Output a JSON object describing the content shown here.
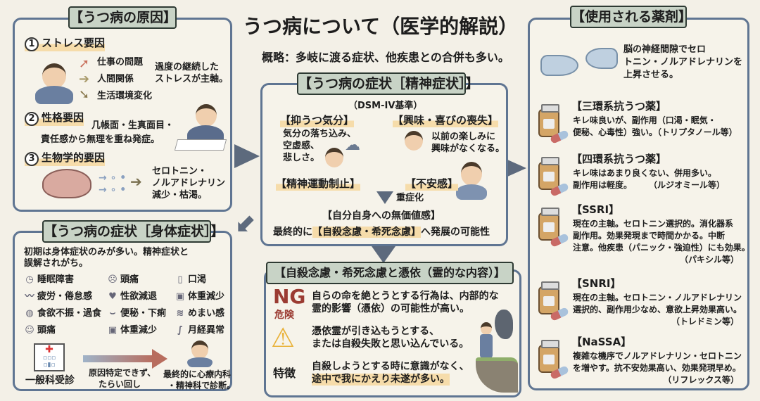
{
  "title": "うつ病について（医学的解説）",
  "summary": "概略：多岐に渡る症状、他疾患との合併も多い。",
  "causes": {
    "tab": "【うつ病の原因】",
    "items": [
      {
        "num": "1",
        "label": "ストレス要因"
      },
      {
        "num": "2",
        "label": "性格要因"
      },
      {
        "num": "3",
        "label": "生物学的要因"
      }
    ],
    "stress_list": [
      "仕事の問題",
      "人間関係",
      "生活環境変化"
    ],
    "stress_note": [
      "過度の継続した",
      "ストレスが主軸。"
    ],
    "personality_note": [
      "几帳面・生真面目・",
      "責任感から無理を重ね発症。"
    ],
    "bio_note": [
      "セロトニン・",
      "ノルアドレナリン",
      "減少・枯渇。"
    ]
  },
  "mental": {
    "tab": "【うつ病の症状［精神症状］】",
    "criteria": "（DSM-IV基準）",
    "depressed": {
      "label": "【抑うつ気分】",
      "text": [
        "気分の落ち込み、",
        "空虚感、",
        "悲しさ。"
      ]
    },
    "anhedonia": {
      "label": "【興味・喜びの喪失】",
      "text": [
        "以前の楽しみに",
        "興味がなくなる。"
      ]
    },
    "psychomotor": "【精神運動制止】",
    "anxiety": "【不安感】",
    "worsen": "重症化",
    "worthless": "【自分自身への無価値感】",
    "final_prefix": "最終的に",
    "final_highlight": "【自殺念慮・希死念慮】",
    "final_suffix": "へ発展の可能性"
  },
  "physical": {
    "tab": "【うつ病の症状［身体症状］】",
    "intro": [
      "初期は身体症状のみが多い。精神症状と",
      "誤解されがち。"
    ],
    "symptoms": [
      {
        "icon": "clock-icon",
        "glyph": "◷",
        "label": "睡眠障害"
      },
      {
        "icon": "face-icon",
        "glyph": "☹",
        "label": "頭痛"
      },
      {
        "icon": "bottle-icon",
        "glyph": "▯",
        "label": "口渇"
      },
      {
        "icon": "tired-icon",
        "glyph": "〰",
        "label": "疲労・倦怠感"
      },
      {
        "icon": "heart-icon",
        "glyph": "♥",
        "label": "性欲減退"
      },
      {
        "icon": "scale-icon",
        "glyph": "▣",
        "label": "体重減少"
      },
      {
        "icon": "plate-icon",
        "glyph": "◍",
        "label": "食欲不振・過食"
      },
      {
        "icon": "toilet-icon",
        "glyph": "⌣",
        "label": "便秘・下痢"
      },
      {
        "icon": "dizzy-icon",
        "glyph": "≋",
        "label": "めまい感"
      },
      {
        "icon": "head-icon",
        "glyph": "☺",
        "label": "頭痛"
      },
      {
        "icon": "scale-icon",
        "glyph": "▣",
        "label": "体重減少"
      },
      {
        "icon": "squiggle-icon",
        "glyph": "∫",
        "label": "月経異常"
      }
    ],
    "hospital": "一般科受診",
    "roundabout": [
      "原因特定できず、",
      "たらい回し"
    ],
    "diagnosis": [
      "最終的に心療内科",
      "・精神科で診断。"
    ]
  },
  "suicide": {
    "tab": "【自殺念慮・希死念慮と憑依（霊的な内容）】",
    "ng": "NG",
    "danger": "危険",
    "ng_text": [
      "自らの命を絶とうとする行為は、内部的な",
      "霊的影響（憑依）の可能性が高い。"
    ],
    "warn_text": [
      "憑依霊が引き込もうとする、",
      "または自殺失敗と思い込んでいる。"
    ],
    "feature": "特徴",
    "feature_text": [
      "自殺しようとする時に意識がなく、",
      "途中で我にかえり未遂が多い。"
    ]
  },
  "drugs": {
    "tab": "【使用される薬剤】",
    "synapse_note": [
      "脳の神経間隙でセロ",
      "トニン・ノルアドレナリンを",
      "上昇させる。"
    ],
    "items": [
      {
        "name": "【三環系抗うつ薬】",
        "lines": [
          "キレ味良いが、副作用（口渇・眠気・",
          "便秘、心毒性）強い。（トリプタノール等）"
        ]
      },
      {
        "name": "【四環系抗うつ薬】",
        "lines": [
          "キレ味はあまり良くない、併用多い。",
          "副作用は軽度。　　　（ルジオミール等）"
        ]
      },
      {
        "name": "【SSRI】",
        "lines": [
          "現在の主軸。セロトニン選択的。消化器系",
          "副作用。効果発現まで時間かかる。中断",
          "注意。他疾患（パニック・強迫性）にも効果。"
        ],
        "example": "（パキシル等）"
      },
      {
        "name": "【SNRI】",
        "lines": [
          "現在の主軸。セロトニン・ノルアドレナリン",
          "選択的、副作用少なめ、意欲上昇効果高い。"
        ],
        "example": "（トレドミン等）"
      },
      {
        "name": "【NaSSA】",
        "lines": [
          "複雑な機序でノルアドレナリン・セロトニン",
          "を増やす。抗不安効果高い、効果発現早め。"
        ],
        "example": "（リフレックス等）"
      }
    ]
  },
  "colors": {
    "panel_border": "#5f7592",
    "tab_bg": "#c8d3c6",
    "highlight": "#f6dcaa",
    "ng": "#9b3b32",
    "background": "#f3f0e7"
  }
}
